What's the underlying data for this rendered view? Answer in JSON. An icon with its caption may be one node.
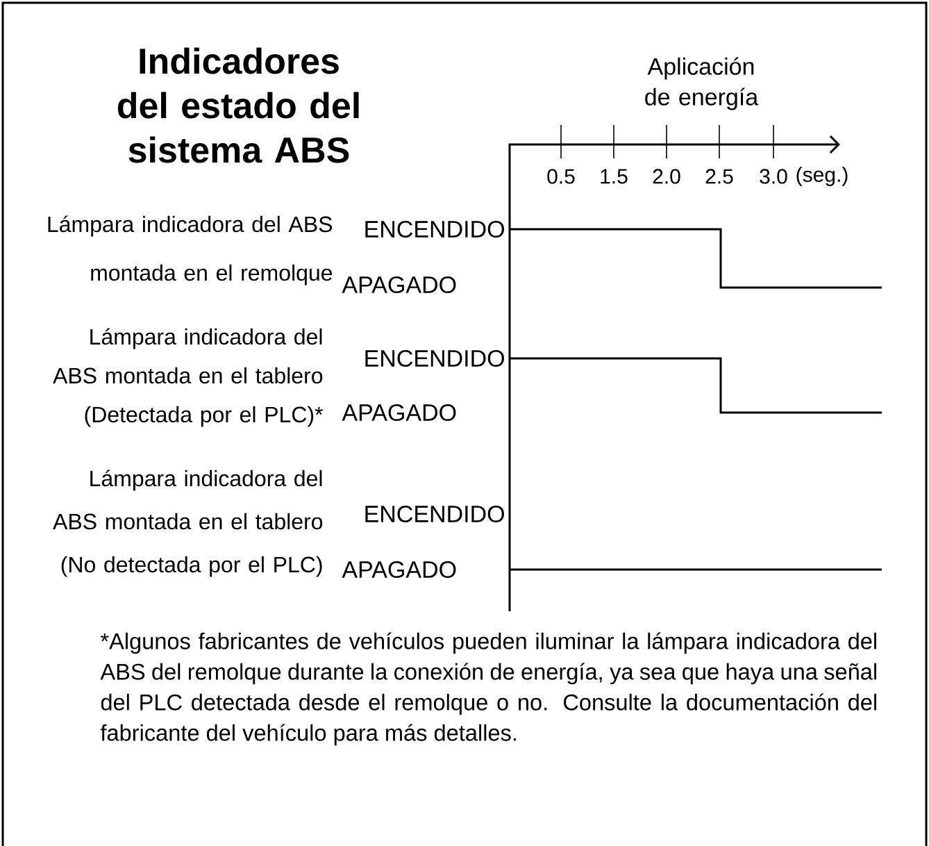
{
  "diagram": {
    "title": "Indicadores del estado del sistema ABS",
    "labels": [
      "Aplicación de energía",
      "0.5",
      "1.5",
      "2.0",
      "2.5",
      "3.0",
      "(seg.)",
      "Lámpara indicadora del ABS montada en el remolque",
      "ENCENDIDO",
      "APAGADO",
      "Lámpara indicadora del ABS montada en el tablero (Detectada por el PLC)*",
      "ENCENDIDO",
      "APAGADO",
      "Lámpara indicadora del ABS montada en el tablero (No detectada por el PLC)",
      "ENCENDIDO",
      "APAGADO"
    ],
    "caption": "*Algunos fabricantes de vehículos pueden iluminar la lámpara indicadora del ABS del remolque durante la conexión de energía, ya sea que haya una señal del PLC detectada desde el remolque o no. Consulte la documentación del fabricante del vehículo para más detalles."
  }
}
